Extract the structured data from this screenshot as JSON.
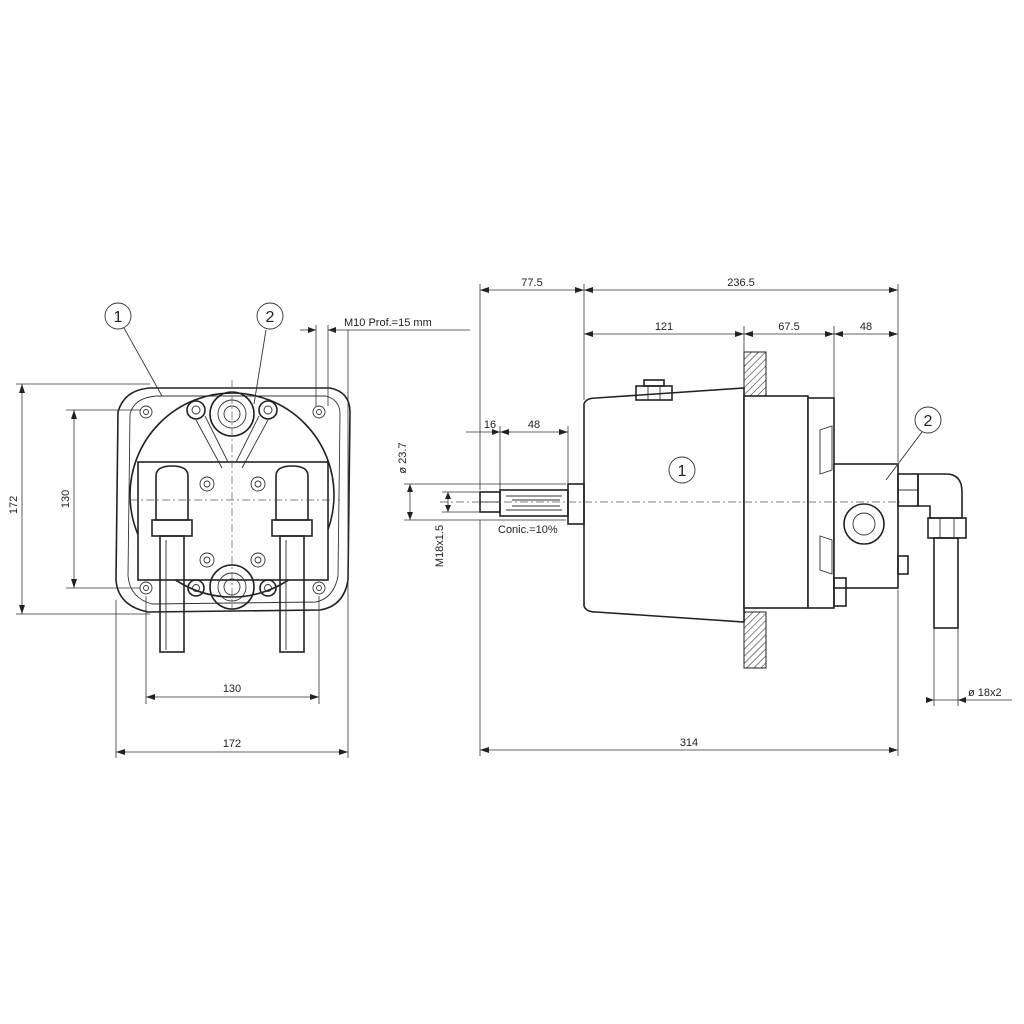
{
  "callouts": {
    "front_1": "1",
    "front_2": "2",
    "side_1": "1",
    "side_2": "2"
  },
  "front_view": {
    "height_outer": "172",
    "height_inner": "130",
    "width_inner": "130",
    "width_outer": "172",
    "thread_note": "M10 Prof.=15 mm"
  },
  "side_view": {
    "dim_shaft_length": "77.5",
    "dim_body_length": "236.5",
    "dim_body_front": "121",
    "dim_body_mid": "67.5",
    "dim_body_rear": "48",
    "dim_nut": "16",
    "dim_spline": "48",
    "dim_diameter": "ø 23.7",
    "dim_thread": "M18x1.5",
    "conic_note": "Conic.=10%",
    "dim_total": "314",
    "dim_pipe": "ø 18x2"
  }
}
